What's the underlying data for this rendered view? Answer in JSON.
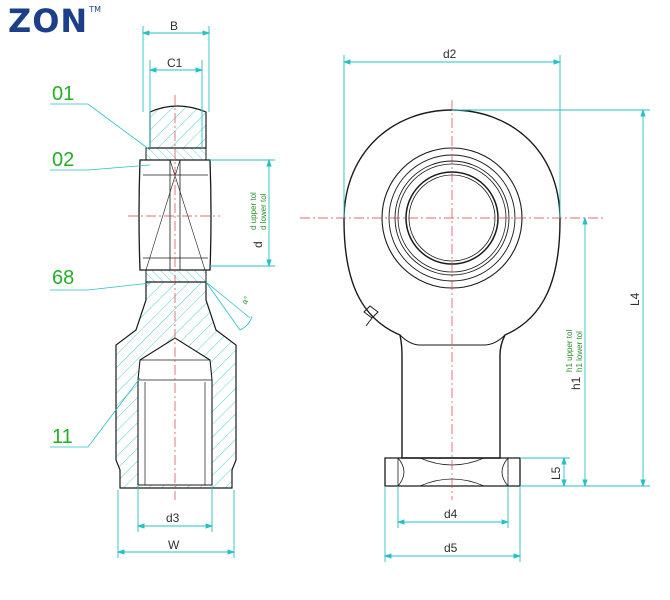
{
  "logo": {
    "text": "ZON",
    "trademark": "TM"
  },
  "callouts": {
    "c01": "01",
    "c02": "02",
    "c68": "68",
    "c11": "11"
  },
  "dimensions": {
    "B": "B",
    "C1": "C1",
    "d3": "d3",
    "W": "W",
    "d2": "d2",
    "d4": "d4",
    "d5": "d5",
    "L4": "L4",
    "L5": "L5",
    "d": "d",
    "d_upper": "d upper tol",
    "d_lower": "d lower tol",
    "h1": "h1",
    "h1_upper": "h1 upper tol",
    "h1_lower": "h1 lower tol",
    "angle": "a°"
  },
  "colors": {
    "outline": "#1a1a1a",
    "dimension": "#27c0c8",
    "callout": "#22b022",
    "centerline": "#d04040",
    "hatch": "#2ac0c8",
    "text": "#2f2f2f"
  }
}
